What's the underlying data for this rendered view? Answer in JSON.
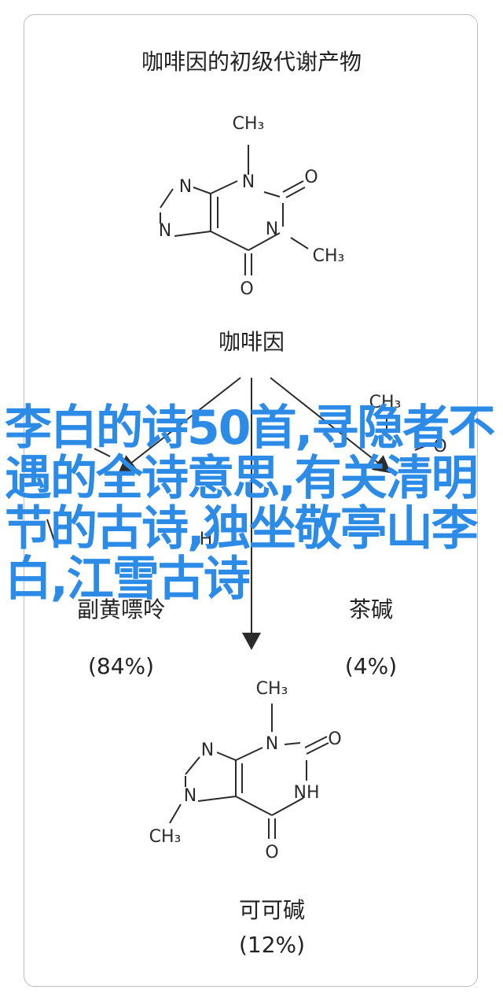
{
  "title": "咖啡因的初级代谢产物",
  "main_compound": "咖啡因",
  "products": [
    {
      "name": "副黄嘌呤",
      "percent": "(84%)"
    },
    {
      "name": "茶碱",
      "percent": "(4%)"
    },
    {
      "name": "可可碱",
      "percent": "(12%)"
    }
  ],
  "atoms": {
    "N": "N",
    "O": "O",
    "CH3": "CH₃",
    "NH": "NH",
    "H": "H"
  },
  "overlay_text": "李白的诗50首,寻隐者不遇的全诗意思,有关清明节的古诗,独坐敬亭山李白,江雪古诗",
  "colors": {
    "overlay": "#2b8be6",
    "border": "#bdbdbd",
    "ink": "#2b2b2b"
  }
}
